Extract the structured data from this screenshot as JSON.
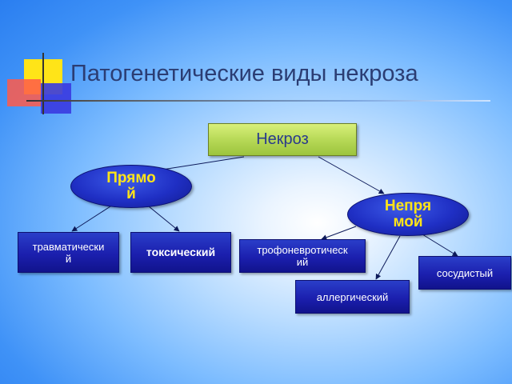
{
  "title": "Патогенетические виды некроза",
  "diagram": {
    "root": "Некроз",
    "direct": {
      "label": "Прямо\nй",
      "children": [
        "травматически\nй",
        "токсический"
      ]
    },
    "indirect": {
      "label": "Непря\nмой",
      "children": [
        "трофоневротическ\nий",
        "аллергический",
        "сосудистый"
      ]
    }
  },
  "colors": {
    "node_fill": "#1b1fae",
    "root_fill": "#b7d957",
    "ellipse_text": "#ffe418",
    "title_text": "#2b3d73"
  }
}
